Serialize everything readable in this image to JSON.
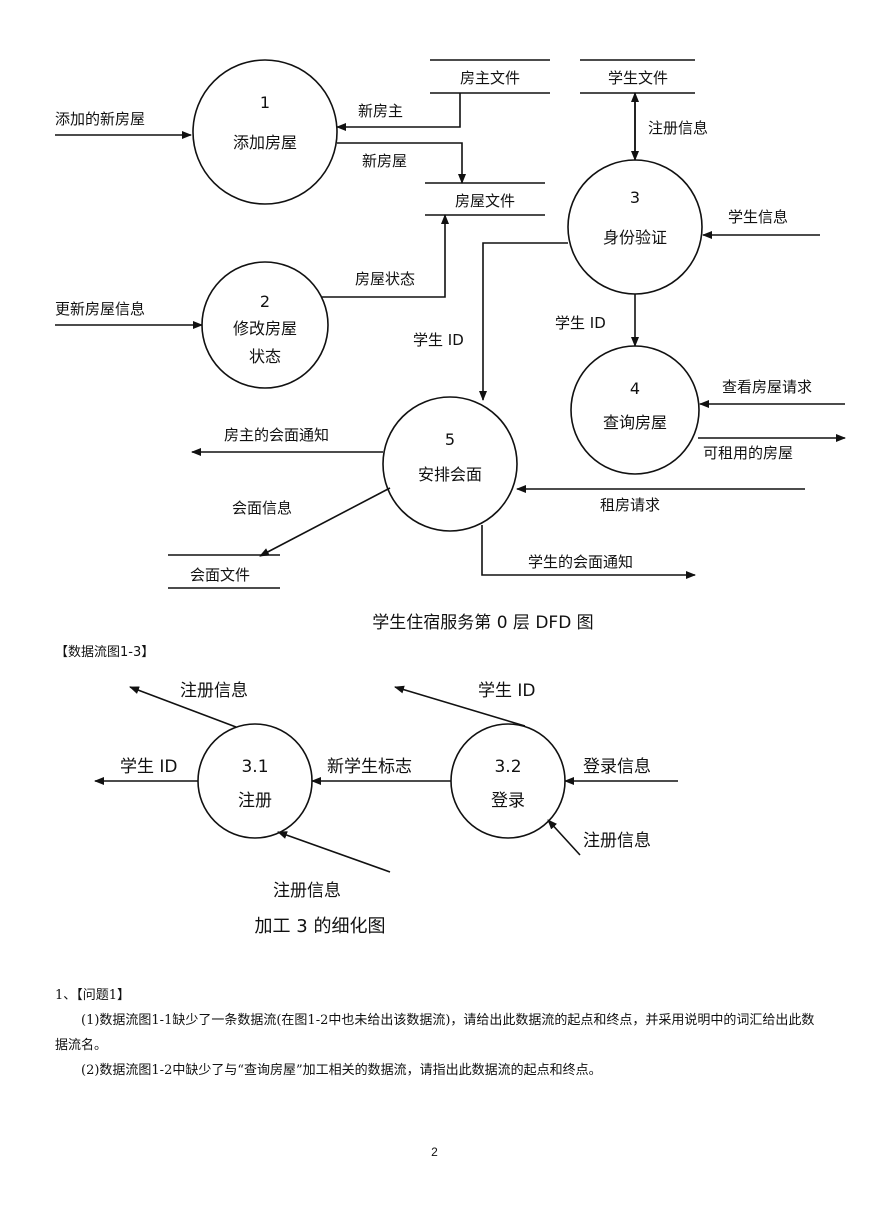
{
  "dfd0": {
    "caption": "学生住宿服务第 0 层 DFD 图",
    "processes": [
      {
        "id": "1",
        "name": "添加房屋"
      },
      {
        "id": "2",
        "name": "修改房屋",
        "name2": "状态"
      },
      {
        "id": "3",
        "name": "身份验证"
      },
      {
        "id": "4",
        "name": "查询房屋"
      },
      {
        "id": "5",
        "name": "安排会面"
      }
    ],
    "stores": [
      "房主文件",
      "学生文件",
      "房屋文件",
      "会面文件"
    ],
    "flows": {
      "add_new_house": "添加的新房屋",
      "new_owner": "新房主",
      "new_house": "新房屋",
      "register_info": "注册信息",
      "student_info": "学生信息",
      "house_status": "房屋状态",
      "update_house_info": "更新房屋信息",
      "student_id_left": "学生 ID",
      "student_id_right": "学生 ID",
      "view_house_request": "查看房屋请求",
      "rentable_houses": "可租用的房屋",
      "owner_meeting_notice": "房主的会面通知",
      "meeting_info": "会面信息",
      "rent_request": "租房请求",
      "student_meeting_notice": "学生的会面通知"
    }
  },
  "section_label": "【数据流图1-3】",
  "dfd1": {
    "caption": "加工 3 的细化图",
    "processes": [
      {
        "id": "3.1",
        "name": "注册"
      },
      {
        "id": "3.2",
        "name": "登录"
      }
    ],
    "flows": {
      "register_info_top": "注册信息",
      "student_id_out_left": "学生 ID",
      "register_info_bottom": "注册信息",
      "new_student_flag": "新学生标志",
      "student_id_top_right": "学生 ID",
      "login_info": "登录信息",
      "register_info_right": "注册信息"
    }
  },
  "questions": {
    "title": "1、【问题1】",
    "q1": "(1)数据流图1-1缺少了一条数据流(在图1-2中也未给出该数据流)，请给出此数据流的起点和终点，并采用说明中的词汇给出此数据流名。",
    "q2": "(2)数据流图1-2中缺少了与“查询房屋”加工相关的数据流，请指出此数据流的起点和终点。"
  },
  "page_number": "2"
}
